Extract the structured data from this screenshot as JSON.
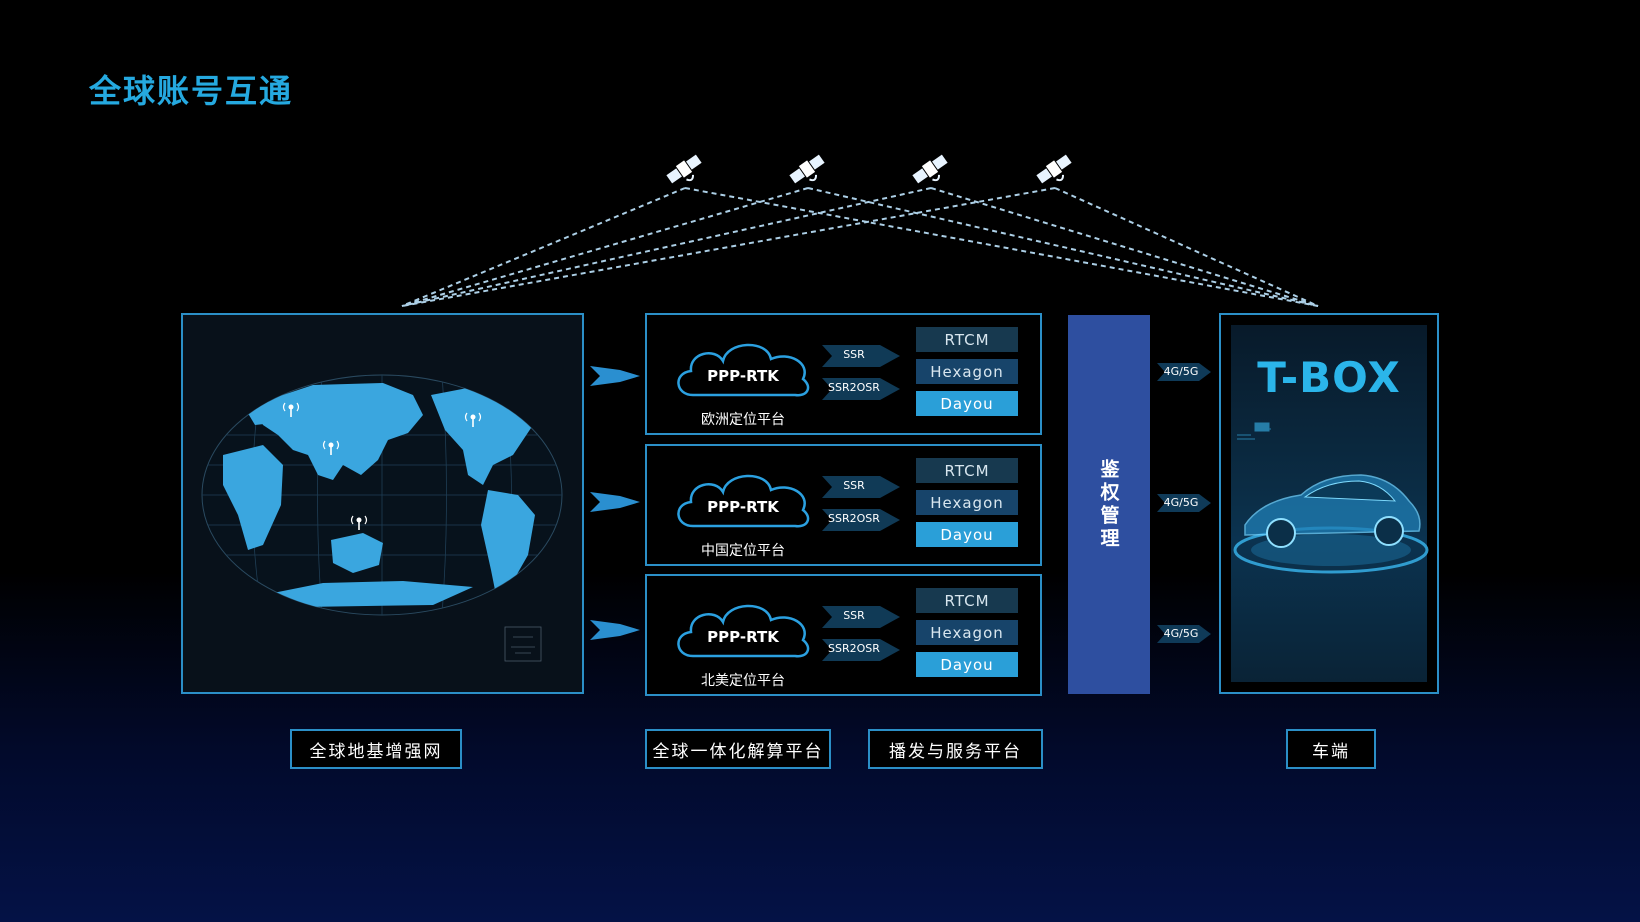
{
  "page_title": "全球账号互通",
  "platforms": [
    {
      "cloud_label": "PPP-RTK",
      "name": "欧洲定位平台",
      "ssr_label": "SSR",
      "ssr2osr_label": "SSR2OSR",
      "protocols": [
        "RTCM",
        "Hexagon",
        "Dayou"
      ]
    },
    {
      "cloud_label": "PPP-RTK",
      "name": "中国定位平台",
      "ssr_label": "SSR",
      "ssr2osr_label": "SSR2OSR",
      "protocols": [
        "RTCM",
        "Hexagon",
        "Dayou"
      ]
    },
    {
      "cloud_label": "PPP-RTK",
      "name": "北美定位平台",
      "ssr_label": "SSR",
      "ssr2osr_label": "SSR2OSR",
      "protocols": [
        "RTCM",
        "Hexagon",
        "Dayou"
      ]
    }
  ],
  "auth": {
    "label": "鉴权管理"
  },
  "network_links": [
    "4G/5G",
    "4G/5G",
    "4G/5G"
  ],
  "tbox": {
    "title": "T-BOX"
  },
  "bottom_labels": {
    "ground_network": "全球地基增强网",
    "solution_platform": "全球一体化解算平台",
    "broadcast_platform": "播发与服务平台",
    "vehicle": "车端"
  },
  "colors": {
    "accent": "#25a9e0",
    "panel_border": "#2b8fc7",
    "auth_bar": "#2e4fa0",
    "dayou_fill": "#2a9fd8",
    "map_land": "#3aa6df"
  },
  "icons": [
    "satellite-icon",
    "satellite-icon",
    "satellite-icon",
    "satellite-icon",
    "cloud-icon",
    "antenna-icon",
    "car-icon"
  ]
}
